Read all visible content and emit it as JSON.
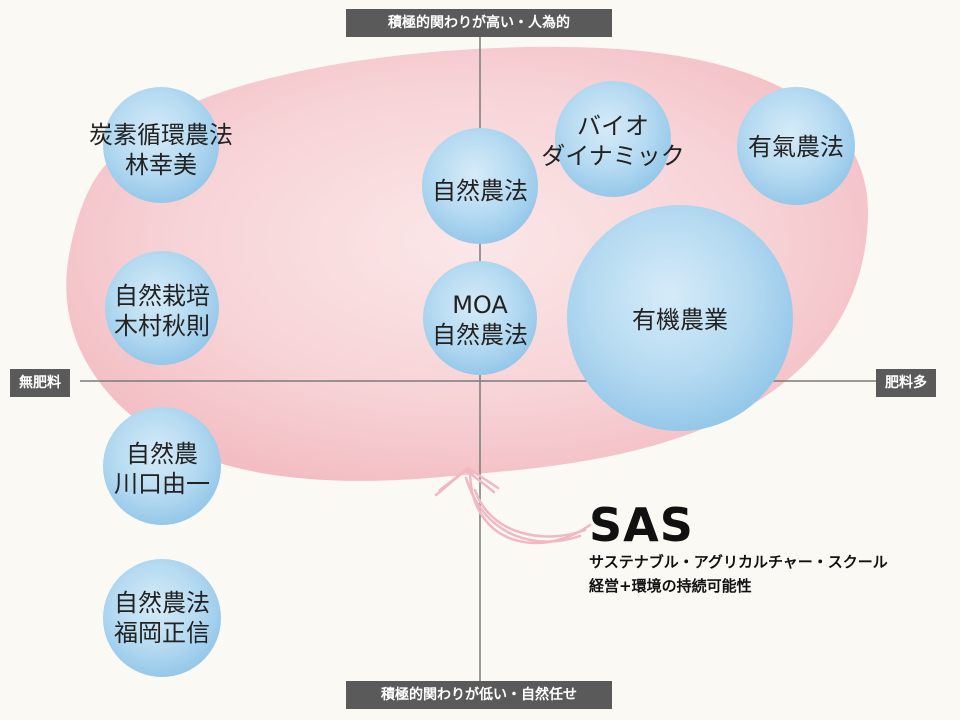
{
  "axes": {
    "top": "積極的関わりが高い・人為的",
    "bottom": "積極的関わりが低い・自然任せ",
    "left": "無肥料",
    "right": "肥料多"
  },
  "bubbles": [
    {
      "id": "tanso",
      "lines": [
        "炭素循環農法",
        "林幸美"
      ]
    },
    {
      "id": "shizen-saibai",
      "lines": [
        "自然栽培",
        "木村秋則"
      ]
    },
    {
      "id": "shizen-no",
      "lines": [
        "自然農",
        "川口由一"
      ]
    },
    {
      "id": "shizen-noho-fukuoka",
      "lines": [
        "自然農法",
        "福岡正信"
      ]
    },
    {
      "id": "shizen-noho",
      "lines": [
        "自然農法"
      ]
    },
    {
      "id": "moa",
      "lines": [
        "MOA",
        "自然農法"
      ]
    },
    {
      "id": "biodynamic",
      "lines": [
        "バイオ",
        "ダイナミック"
      ]
    },
    {
      "id": "yuki-ki",
      "lines": [
        "有氣農法"
      ]
    },
    {
      "id": "yuki-nogyo",
      "lines": [
        "有機農業"
      ]
    }
  ],
  "sas": {
    "title": "SAS",
    "line1": "サステナブル・アグリカルチャー・スクール",
    "line2": "経営+環境の持続可能性"
  },
  "colors": {
    "bubble": "#a9d3ee",
    "blob": "#f4c7cb",
    "axis_label_bg": "#5a5a5a",
    "arrow": "#f2b8c2"
  }
}
